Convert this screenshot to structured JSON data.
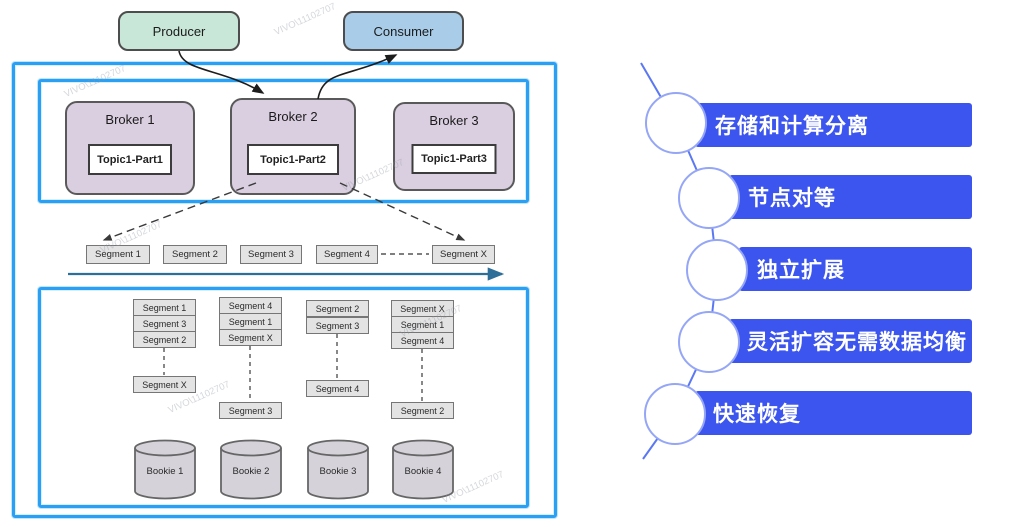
{
  "diagram": {
    "producer_label": "Producer",
    "consumer_label": "Consumer",
    "brokers": [
      {
        "name": "Broker 1",
        "topic": "Topic1-Part1"
      },
      {
        "name": "Broker 2",
        "topic": "Topic1-Part2"
      },
      {
        "name": "Broker 3",
        "topic": "Topic1-Part3"
      }
    ],
    "segment_timeline": [
      "Segment 1",
      "Segment 2",
      "Segment 3",
      "Segment 4",
      "Segment X"
    ],
    "bookie_stacks": [
      {
        "segments": [
          "Segment 1",
          "Segment 3",
          "Segment 2"
        ],
        "detached": "Segment X"
      },
      {
        "segments": [
          "Segment 4",
          "Segment 1",
          "Segment X"
        ],
        "detached": "Segment 3"
      },
      {
        "segments": [
          "Segment 2",
          "Segment 3"
        ],
        "detached": "Segment 4"
      },
      {
        "segments": [
          "Segment X",
          "Segment 1",
          "Segment 4"
        ],
        "detached": "Segment 2"
      }
    ],
    "bookies": [
      "Bookie 1",
      "Bookie 2",
      "Bookie 3",
      "Bookie 4"
    ],
    "watermark_text": "VIVO\\11102707"
  },
  "features": {
    "items": [
      {
        "label": "存储和计算分离"
      },
      {
        "label": "节点对等"
      },
      {
        "label": "独立扩展"
      },
      {
        "label": "灵活扩容无需数据均衡"
      },
      {
        "label": "快速恢复"
      }
    ]
  },
  "colors": {
    "banner_blue": "#3C55EF",
    "sketch_blue": "#29A0F3",
    "producer_green": "#C9E7D9",
    "consumer_blue": "#A9CDE9",
    "broker_purple": "#DACFE0",
    "segment_gray": "#E3E3E3",
    "bookie_gray": "#D6D2D9",
    "timeline_arrow": "#2E6F99",
    "feature_line": "#5B78F3"
  }
}
